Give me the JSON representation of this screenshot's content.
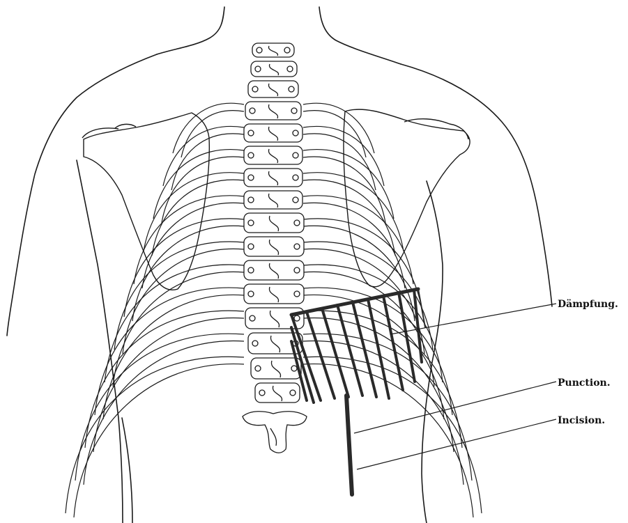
{
  "labels": {
    "daempfung": "Dämpfung.",
    "punction": "Punction.",
    "incision": "Incision."
  },
  "colors": {
    "ink": "#1a1a1a",
    "hatch": "#2a2a2a",
    "background": "#ffffff"
  }
}
